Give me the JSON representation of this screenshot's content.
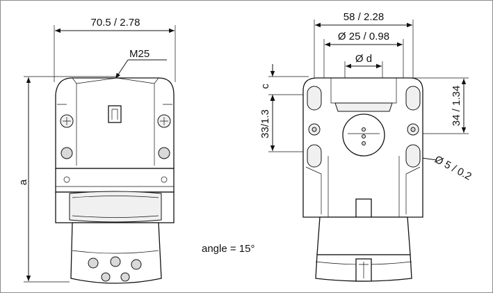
{
  "dimensions": {
    "width_top": "70.5 / 2.78",
    "thread": "M25",
    "height_total": "a",
    "width_front": "58 / 2.28",
    "dia_25": "Ø 25 / 0.98",
    "dia_d": "Ø d",
    "c": "c",
    "spacing_33": "33/1.3",
    "height_34": "34 / 1.34",
    "hole_dia": "Ø 5 / 0.2"
  },
  "note": {
    "angle": "angle = 15°"
  }
}
